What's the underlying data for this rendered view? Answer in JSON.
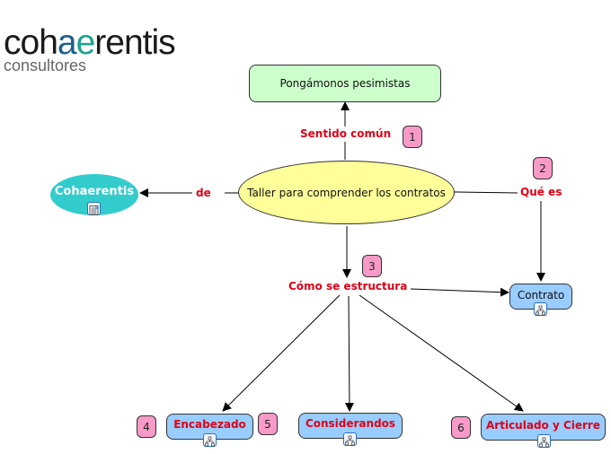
{
  "logo": {
    "text_before": "coh",
    "text_ae1": "a",
    "text_ae2": "e",
    "text_after": "rentis",
    "subtitle": "consultores",
    "colors": {
      "dark": "#1a1a1a",
      "ae_blue": "#1e5f8c",
      "ae_teal": "#1aa38e",
      "subtitle": "#666666"
    }
  },
  "nodes": {
    "central": {
      "label": "Taller para comprender los contratos",
      "fill": "#ffff99"
    },
    "pesimistas": {
      "label": "Pongámonos pesimistas",
      "fill": "#ccffcc"
    },
    "cohaerentis": {
      "label": "Cohaerentis",
      "fill": "#33cccc",
      "icon": "document-icon"
    },
    "contrato": {
      "label": "Contrato",
      "fill": "#99ccff",
      "icon": "concept-map-icon"
    },
    "encabezado": {
      "label": "Encabezado",
      "fill": "#99ccff",
      "icon": "concept-map-icon"
    },
    "considerandos": {
      "label": "Considerandos",
      "fill": "#99ccff",
      "icon": "concept-map-icon"
    },
    "articulado": {
      "label": "Articulado y Cierre",
      "fill": "#99ccff",
      "icon": "concept-map-icon"
    }
  },
  "link_labels": {
    "sentido_comun": "Sentido común",
    "de": "de",
    "que_es": "Qué es",
    "como_se_estructura": "Cómo se estructura"
  },
  "badges": [
    "1",
    "2",
    "3",
    "4",
    "5",
    "6"
  ],
  "colors": {
    "link_label": "#e00016",
    "badge": "#f79ac8",
    "line": "#000000"
  }
}
